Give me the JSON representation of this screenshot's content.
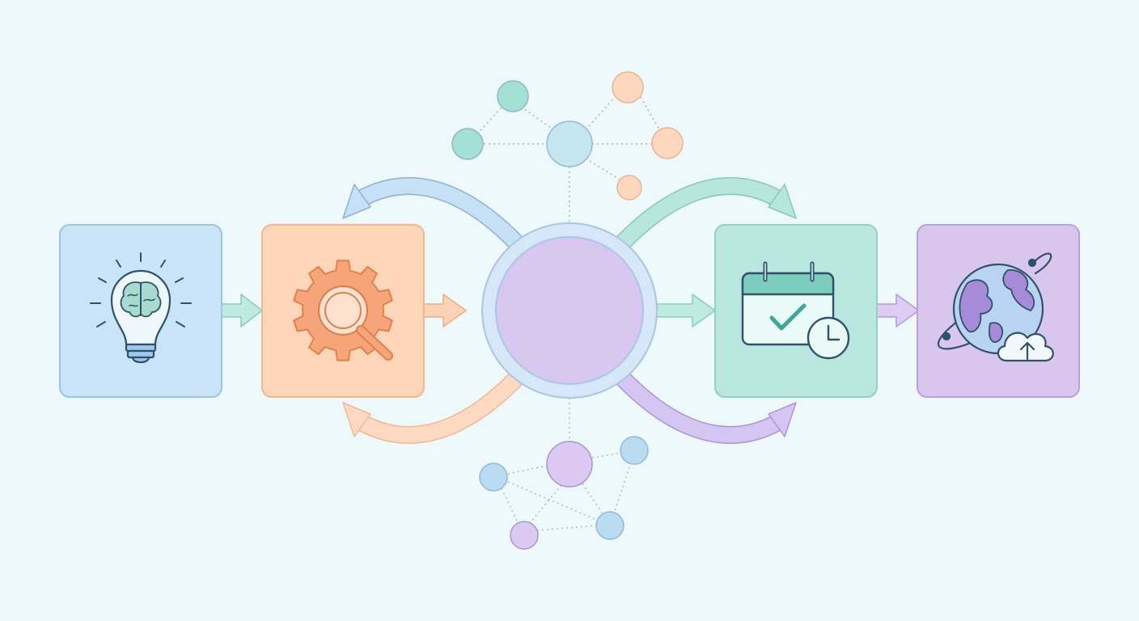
{
  "diagram": {
    "stages": [
      {
        "id": "idea",
        "icon": "lightbulb-brain-icon",
        "fill": "#c9e3f7",
        "stroke": "#9cc4e6"
      },
      {
        "id": "analysis",
        "icon": "gear-magnifier-icon",
        "fill": "#fdd5b8",
        "stroke": "#f4b68e"
      },
      {
        "id": "hub",
        "icon": "",
        "fill": "#d8c8f0",
        "stroke": "#a9c6e8"
      },
      {
        "id": "schedule",
        "icon": "calendar-check-clock-icon",
        "fill": "#b9e6df",
        "stroke": "#93d1c6"
      },
      {
        "id": "deploy",
        "icon": "globe-cloud-upload-icon",
        "fill": "#d9c6ee",
        "stroke": "#b9a1df"
      }
    ],
    "flow_connections": [
      {
        "from": "idea",
        "to": "analysis",
        "color": "#9fdccd"
      },
      {
        "from": "analysis",
        "to": "hub",
        "color": "#fdbf98"
      },
      {
        "from": "hub",
        "to": "schedule",
        "color": "#9fdccd"
      },
      {
        "from": "schedule",
        "to": "deploy",
        "color": "#c8b2ea"
      }
    ],
    "loop_arrows": [
      {
        "from": "hub",
        "to": "analysis",
        "position": "top-left",
        "color": "#b4d3ee"
      },
      {
        "from": "hub",
        "to": "schedule",
        "position": "top-right",
        "color": "#a6e0d2"
      },
      {
        "from": "hub",
        "to": "analysis",
        "position": "bottom-left",
        "color": "#fbcfae"
      },
      {
        "from": "hub",
        "to": "schedule",
        "position": "bottom-right",
        "color": "#cbb8ec"
      }
    ],
    "network_top": {
      "node_colors": [
        "#a4e0d4",
        "#a4e0d4",
        "#c3e6ef",
        "#fdd8bf",
        "#fdd8bf",
        "#fdd8bf"
      ]
    },
    "network_bottom": {
      "node_colors": [
        "#b9dcf3",
        "#dcc9f1",
        "#b9dcf3",
        "#dcc9f1",
        "#b9dcf3"
      ]
    },
    "colors": {
      "background": "#eef9fb",
      "icon_stroke": "#2f5169",
      "teal_accent": "#4fb3a3",
      "orange_accent": "#f29a66"
    }
  }
}
